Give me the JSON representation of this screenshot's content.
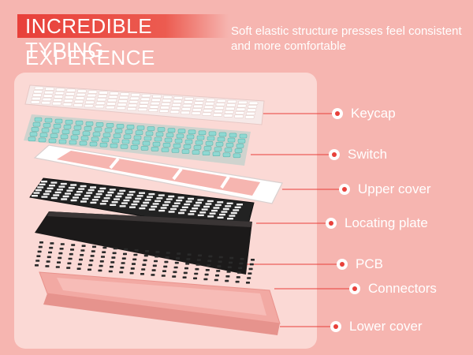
{
  "header": {
    "title_line1": "INCREDIBLE TYPING",
    "title_line2": "EXPERENCE",
    "subtitle": "Soft elastic structure presses feel consistent and more comfortable"
  },
  "layers": [
    {
      "id": "keycap",
      "label": "Keycap"
    },
    {
      "id": "switch",
      "label": "Switch"
    },
    {
      "id": "upper-cover",
      "label": "Upper cover"
    },
    {
      "id": "locating-plate",
      "label": "Locating plate"
    },
    {
      "id": "pcb",
      "label": "PCB"
    },
    {
      "id": "connectors",
      "label": "Connectors"
    },
    {
      "id": "lower-cover",
      "label": "Lower cover"
    }
  ],
  "colors": {
    "background": "#f6b5b0",
    "panel": "#fbd9d5",
    "accent": "#e8403a",
    "switch": "#8fd8d2",
    "plate": "#1c1c1c",
    "shell": "#f4aca7"
  }
}
